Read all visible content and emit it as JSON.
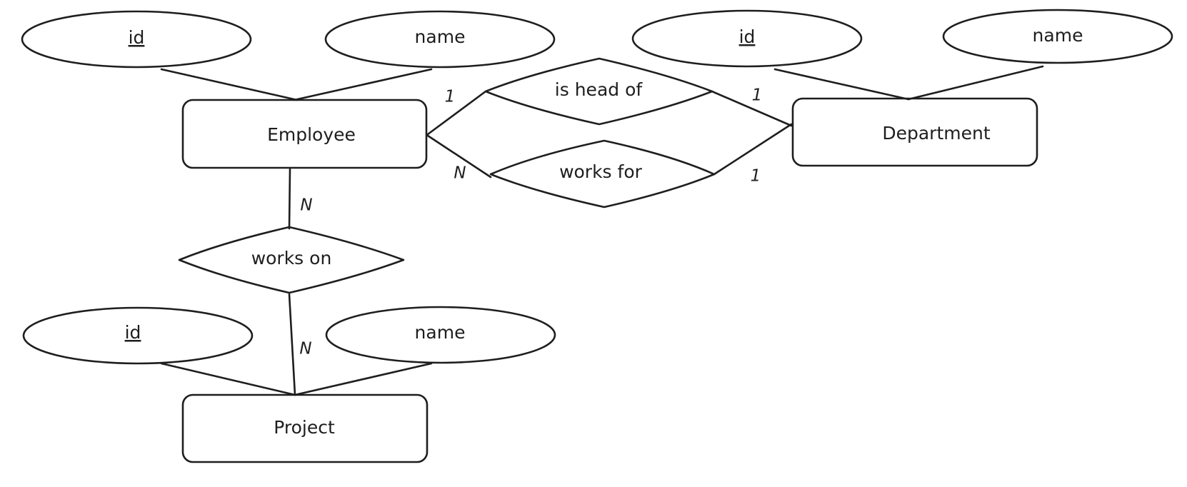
{
  "entities": {
    "employee": "Employee",
    "department": "Department",
    "project": "Project"
  },
  "attributes": {
    "employee_id": "id",
    "employee_name": "name",
    "department_id": "id",
    "department_name": "name",
    "project_id": "id",
    "project_name": "name"
  },
  "relationships": {
    "is_head_of": "is head of",
    "works_for": "works for",
    "works_on": "works on"
  },
  "cardinalities": {
    "head_employee": "1",
    "head_department": "1",
    "worksfor_employee": "N",
    "worksfor_department": "1",
    "workson_employee": "N",
    "workson_project": "N"
  }
}
